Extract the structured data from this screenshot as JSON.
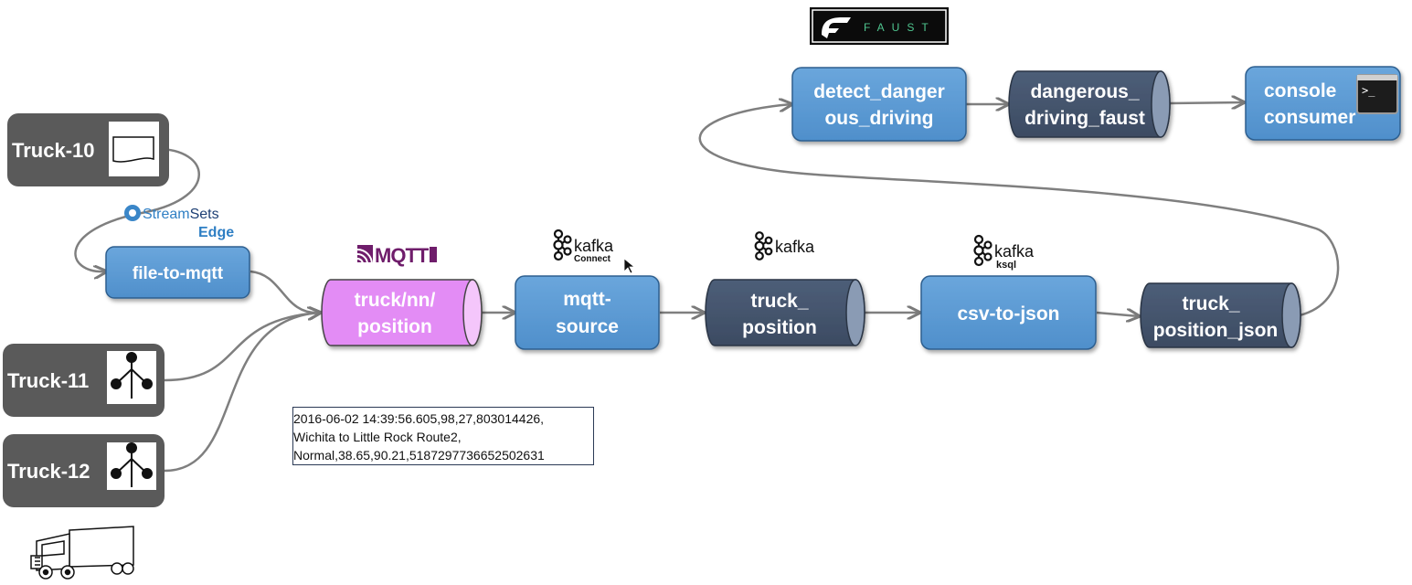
{
  "logos": {
    "faust": "FAUST",
    "streamsets_1": "Stream",
    "streamsets_2": "Sets",
    "streamsets_edge": "Edge",
    "mqtt": "MQTT",
    "kafka": "kafka",
    "kafka_connect_sub": "Connect",
    "kafka_ksql_sub": "ksql"
  },
  "trucks": [
    "Truck-10",
    "Truck-11",
    "Truck-12"
  ],
  "processors": {
    "file_to_mqtt": "file-to-mqtt",
    "mqtt_source_1": "mqtt-",
    "mqtt_source_2": "source",
    "csv_to_json": "csv-to-json",
    "detect_1": "detect_danger",
    "detect_2": "ous_driving",
    "console_1": "console",
    "console_2": "consumer"
  },
  "topics": {
    "mqtt_topic_1": "truck/nn/",
    "mqtt_topic_2": "position",
    "truck_position_1": "truck_",
    "truck_position_2": "position",
    "truck_position_json_1": "truck_",
    "truck_position_json_2": "position_json",
    "dangerous_1": "dangerous_",
    "dangerous_2": "driving_faust"
  },
  "terminal_prompt": ">_",
  "sample_record": [
    "2016-06-02 14:39:56.605,98,27,803014426,",
    "Wichita to Little Rock Route2,",
    "Normal,38.65,90.21,5187297736652502631"
  ],
  "colors": {
    "processor_blue": "#5b9bd5",
    "topic_dark": "#44546a",
    "mqtt_topic_pink": "#e38cf5",
    "truck_gray": "#5a5a5a",
    "arrow_gray": "#808080"
  }
}
